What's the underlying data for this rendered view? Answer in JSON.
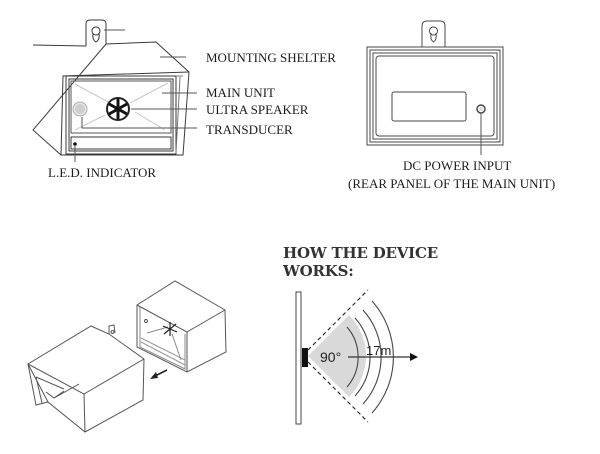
{
  "front_view": {
    "labels": {
      "mounting_shelter": "MOUNTING SHELTER",
      "main_unit": "MAIN UNIT",
      "ultra_speaker": "ULTRA SPEAKER",
      "transducer": "TRANSDUCER",
      "led_indicator": "L.E.D. INDICATOR"
    }
  },
  "rear_view": {
    "labels": {
      "dc_power_input": "DC  POWER INPUT",
      "rear_panel_note": "(REAR PANEL OF THE MAIN UNIT)"
    }
  },
  "how_it_works": {
    "title_line1": "HOW THE DEVICE",
    "title_line2": "WORKS:",
    "angle_label": "90°",
    "range_label": "17m"
  },
  "colors": {
    "line": "#3a3a3a",
    "light_line": "#b8b8b8",
    "coverage_fill": "#d9d9d9",
    "text": "#1c1c1c"
  }
}
